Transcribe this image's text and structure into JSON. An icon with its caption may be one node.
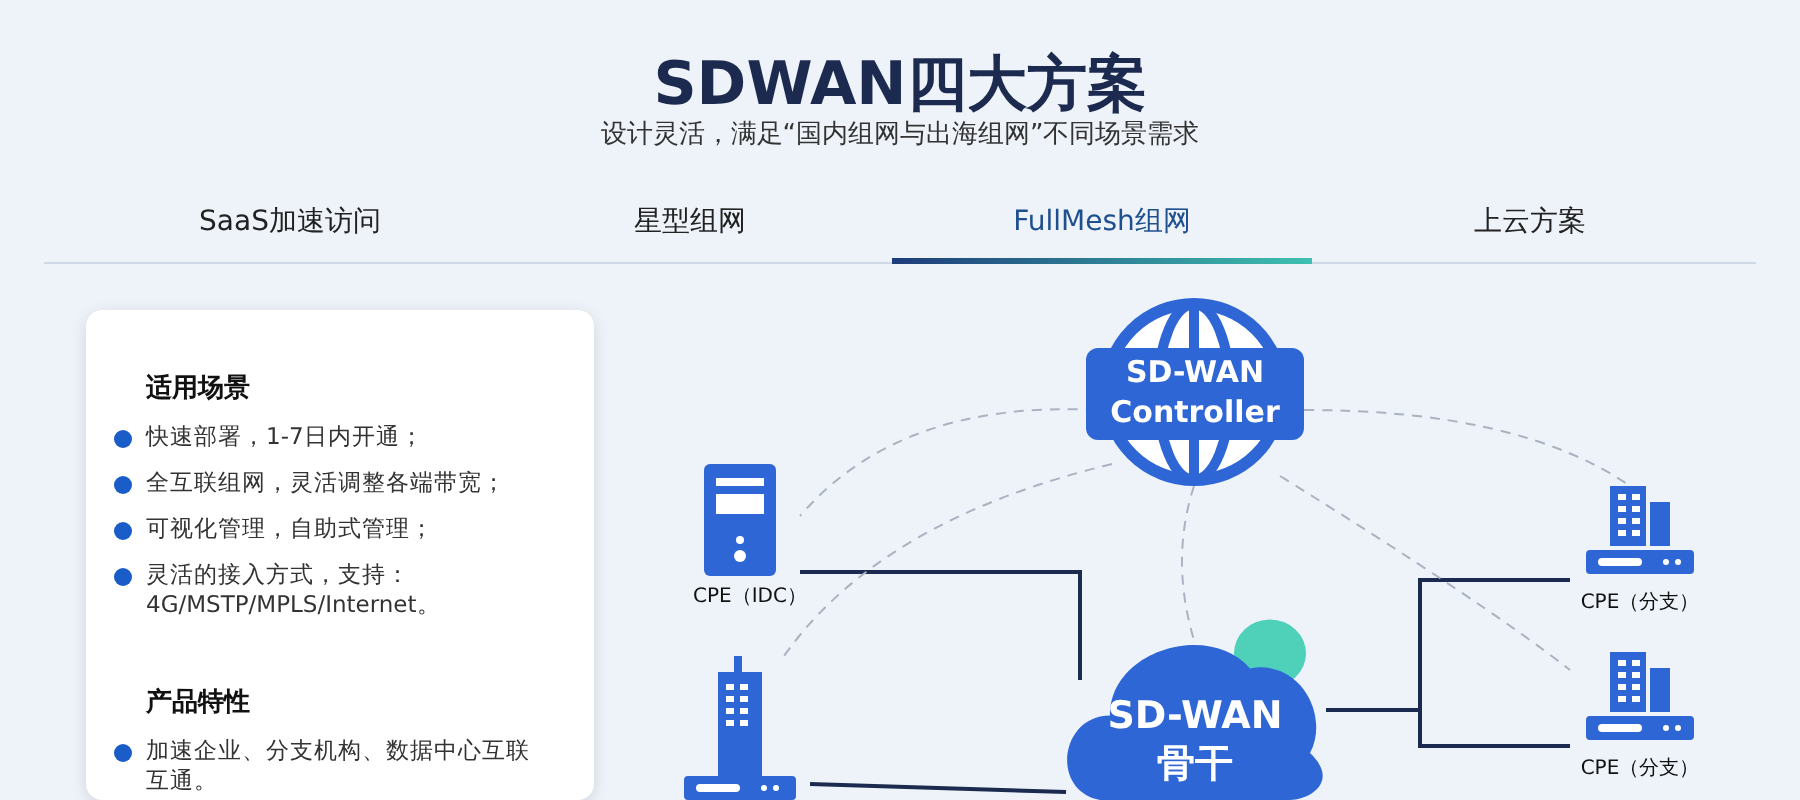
{
  "diagram": {
    "title": "SDWAN四大方案",
    "nodes": [
      {
        "text": [
          "适用场景",
          "快速部署，1-7日内开通；",
          "全互联组网，灵活调整各端带宽；",
          "可视化管理，自助式管理；",
          "灵活的接入方式，支持：4G/MSTP/MPLS/Internet。",
          "产品特性",
          "加速企业、分支机构、数据中心互联互通。"
        ]
      },
      {
        "text": [
          "SD-WAN Controller"
        ]
      },
      {
        "text": [
          "CPE（IDC）"
        ]
      },
      {
        "text": [],
        "shape": "picture"
      },
      {
        "text": [
          "SD-WAN 骨干"
        ]
      },
      {
        "text": [
          "CPE（分支）"
        ]
      },
      {
        "text": [
          "CPE（分支）"
        ]
      }
    ],
    "edges": [
      {
        "from": 2,
        "to": 4,
        "arrow": "none",
        "color": "#1b2a4e"
      },
      {
        "from": 3,
        "to": 4,
        "arrow": "none",
        "color": "#1b2a4e"
      },
      {
        "from": 4,
        "to": 5,
        "arrow": "none",
        "color": "#1b2a4e"
      },
      {
        "from": 4,
        "to": 6,
        "arrow": "none",
        "color": "#1b2a4e"
      },
      {
        "from": 1,
        "to": 2,
        "arrow": "none",
        "style": "dashed"
      },
      {
        "from": 1,
        "to": 3,
        "arrow": "none",
        "style": "dashed"
      },
      {
        "from": 1,
        "to": 4,
        "arrow": "none",
        "style": "dashed"
      },
      {
        "from": 1,
        "to": 5,
        "arrow": "none",
        "style": "dashed"
      },
      {
        "from": 1,
        "to": 6,
        "arrow": "none",
        "style": "dashed"
      }
    ],
    "labels": [
      "设计灵活，满足“国内组网与出海组网”不同场景需求",
      "SaaS加速访问",
      "星型组网",
      "FullMesh组网",
      "上云方案"
    ]
  }
}
